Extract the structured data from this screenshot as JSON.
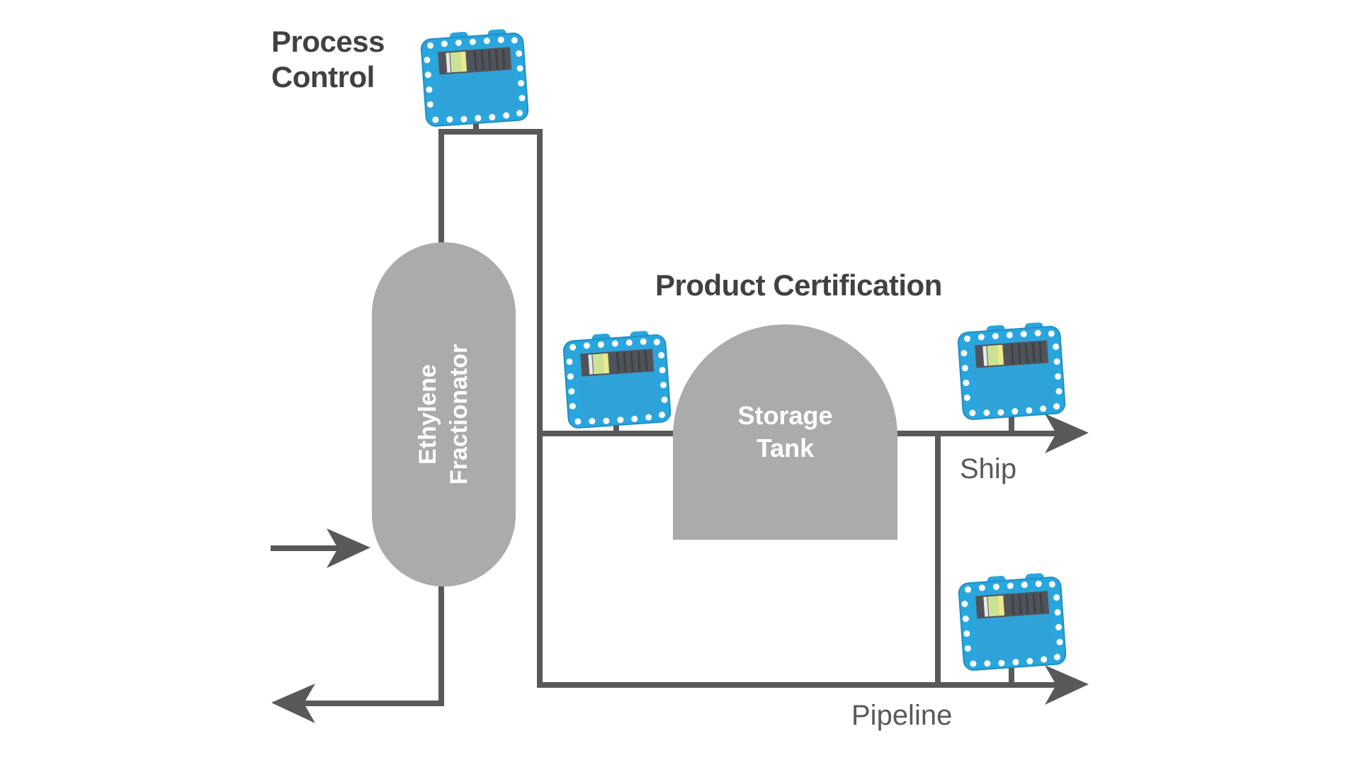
{
  "labels": {
    "process_control": {
      "line1": "Process",
      "line2": "Control"
    },
    "product_certification": "Product Certification",
    "ship": "Ship",
    "pipeline": "Pipeline"
  },
  "nodes": {
    "fractionator": {
      "line1": "Ethylene",
      "line2": "Fractionator"
    },
    "storage_tank": {
      "line1": "Storage",
      "line2": "Tank"
    }
  },
  "icons": {
    "analyzers": [
      "gas-chromatograph-process-control",
      "gas-chromatograph-fractionator-outlet",
      "gas-chromatograph-ship",
      "gas-chromatograph-pipeline"
    ],
    "arrows": [
      "feed-inlet-arrow-right",
      "bottoms-outlet-arrow-left",
      "ship-flow-arrow-right",
      "pipeline-flow-arrow-right"
    ]
  },
  "colors": {
    "pipe_line": "#58595B",
    "vessel_gray": "#ABABAB",
    "vessel_text": "#FFFFFF",
    "heading_text": "#414042",
    "label_text": "#58595B",
    "analyzer_blue": "#29A6DE",
    "analyzer_panel_dark": "#50545A",
    "analyzer_screen_green": "#CBE294",
    "background": "#FFFFFF"
  }
}
